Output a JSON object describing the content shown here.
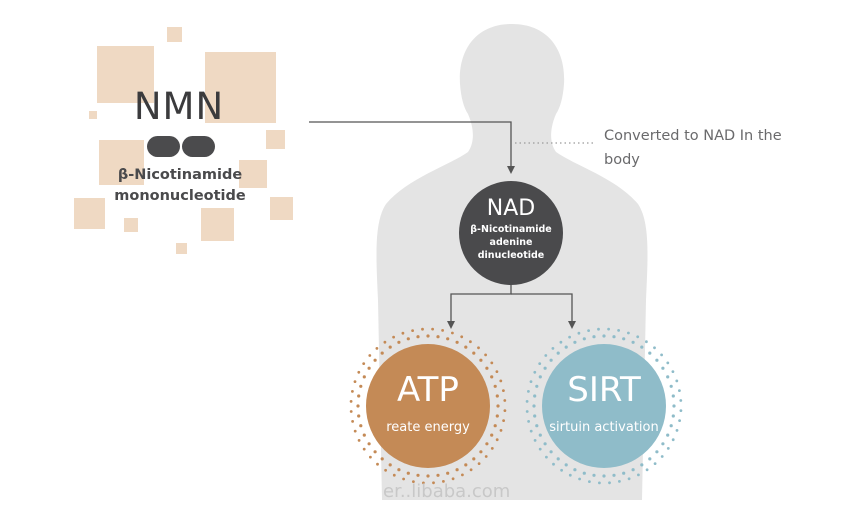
{
  "nmn": {
    "title": "NMN",
    "full_name": "β-Nicotinamide mononucleotide",
    "square_color": "#efd9c3",
    "pill_color": "#4b4b4d"
  },
  "body_silhouette": {
    "color": "#e4e4e4"
  },
  "conversion_note": "Converted to NAD In the body",
  "nad": {
    "title": "NAD",
    "full_name": "β-Nicotinamide adenine dinucleotide",
    "color": "#4a4a4c"
  },
  "atp": {
    "title": "ATP",
    "subtitle": "reate energy",
    "color": "#c48a56"
  },
  "sirt": {
    "title": "SIRT",
    "subtitle": "sirtuin activation",
    "color": "#8fbcc9"
  },
  "watermark": "er..libaba.com"
}
